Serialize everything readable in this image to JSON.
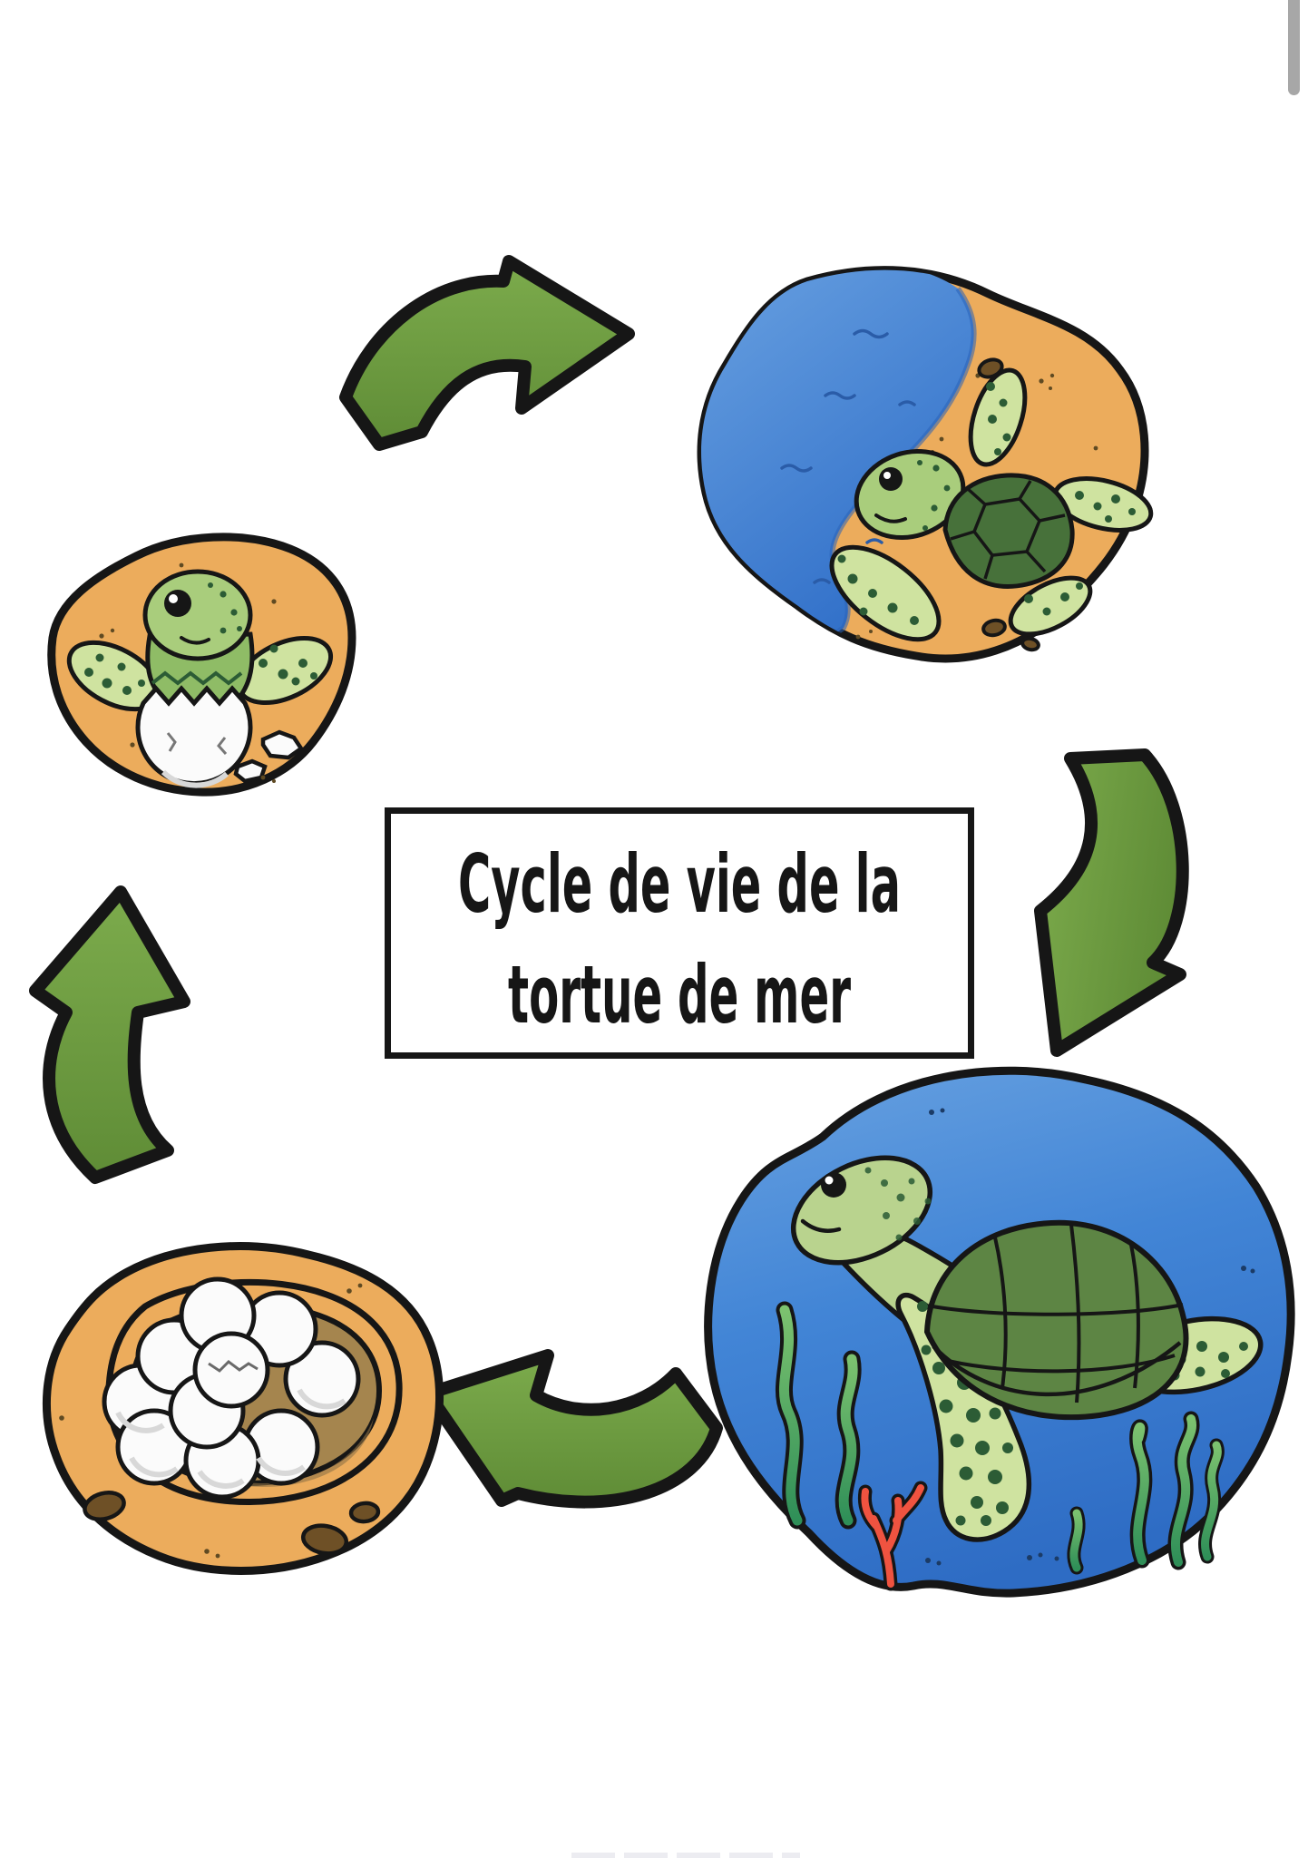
{
  "title_box": {
    "line1": "Cycle de vie de la",
    "line2": "tortue de mer"
  },
  "scrollbar": {
    "visible_thumb": true
  },
  "cycle": {
    "stages": [
      {
        "id": "hatching-egg",
        "icon": "hatchling-turtle-in-cracked-egg-illustration"
      },
      {
        "id": "hatchling-beach",
        "icon": "baby-turtle-on-beach-illustration"
      },
      {
        "id": "adult-ocean",
        "icon": "adult-sea-turtle-in-ocean-illustration"
      },
      {
        "id": "eggs-nest",
        "icon": "turtle-egg-clutch-in-sand-nest-illustration"
      }
    ],
    "arrows": [
      {
        "id": "arrow-top",
        "icon": "curved-arrow-right-icon"
      },
      {
        "id": "arrow-right",
        "icon": "curved-arrow-down-icon"
      },
      {
        "id": "arrow-bottom",
        "icon": "curved-arrow-left-icon"
      },
      {
        "id": "arrow-left",
        "icon": "curved-arrow-up-icon"
      }
    ]
  },
  "colors": {
    "page_bg": "#ffffff",
    "ink": "#161616",
    "scrollbar": "#a7a7a7",
    "hint": "#ececf1",
    "arrow_light": "#7cab4c",
    "arrow_dark": "#5f8c36",
    "sand": "#ecac5c",
    "nest_pit": "#a5854e",
    "nest_shadow": "#8f7144",
    "water_light": "#6ba3e2",
    "water_deep": "#2f6ec8",
    "ocean_light": "#66a0e0",
    "ocean_mid": "#4285d6",
    "ocean_deep": "#2e6cc4",
    "turtle_body": "#b9d38e",
    "turtle_head": "#a9cd7c",
    "turtle_shell": "#5d8544",
    "shell_dark": "#47713a",
    "flipper_light": "#cfe3a0",
    "spot": "#2c5c35",
    "seaweed_dark": "#2f8f58",
    "seaweed_light": "#7cc26f",
    "coral": "#ef5340",
    "egg": "#fbfbfb",
    "egg_shadow": "#d8d8d8",
    "pebble": "#6e5026",
    "speckle": "#5f4a22"
  }
}
